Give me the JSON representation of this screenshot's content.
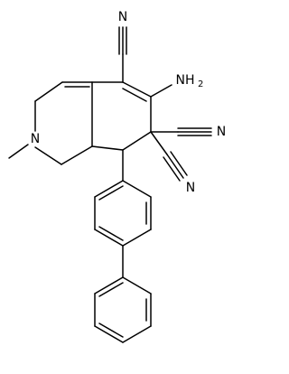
{
  "molecule": {
    "labels": {
      "amine": "NH",
      "amine_sub": "2",
      "ring_n": "N",
      "nitrile_top": "N",
      "nitrile_right": "N",
      "nitrile_lower": "N"
    }
  }
}
